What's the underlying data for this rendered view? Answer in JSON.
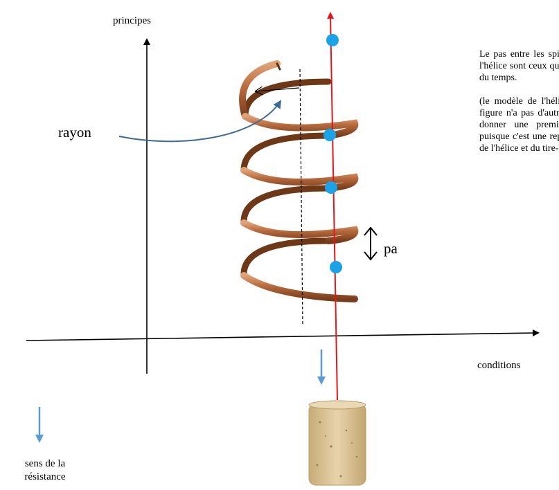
{
  "axes": {
    "vertical_label": "principes",
    "horizontal_label": "conditions"
  },
  "labels": {
    "rayon": "rayon",
    "pas": "pa",
    "resistance_direction": "sens de la résistance"
  },
  "note": {
    "paragraph_1": "Le pas entre les spires et le rayon de l'hélice sont ceux qui varient la plupart du temps.",
    "paragraph_2": "(le modèle de l'hélice utilisé dans la figure n'a pas d'autre vocation que de donner une première idée en 2D puisque c'est une représentation en 3D de l'hélice et du tire-bouchon)"
  },
  "colors": {
    "axis": "#000000",
    "spring_copper": "#b86a3c",
    "helix_axis_line": "#e8141b",
    "contact_points": "#1aa3e8",
    "rayon_pointer": "#3d6a95",
    "resistance_arrows": "#5b9bd5",
    "cork": "#dcc59a"
  },
  "icons": [
    "spring-coil",
    "cork"
  ]
}
